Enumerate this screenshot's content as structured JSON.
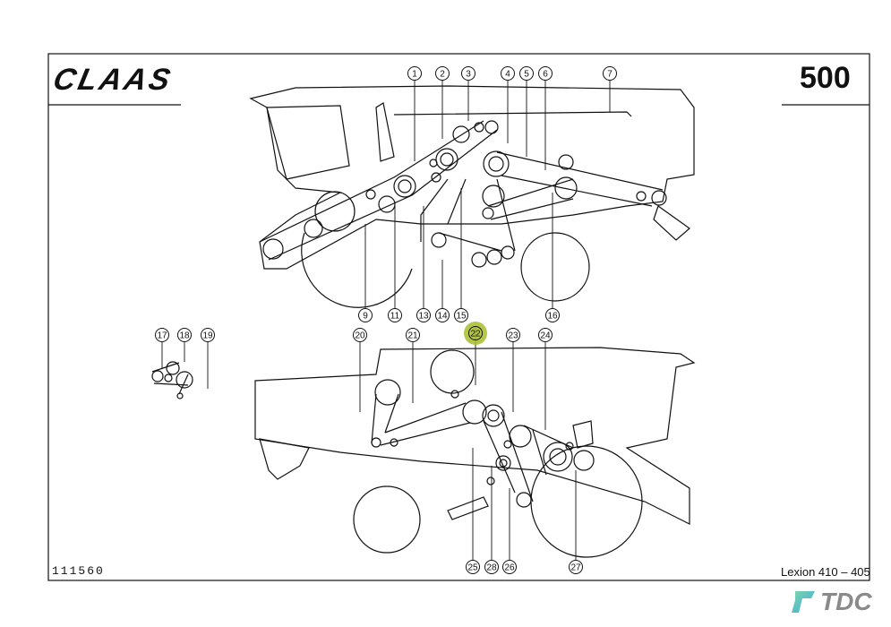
{
  "header": {
    "brand_logo": "CLAAS",
    "model_number": "500"
  },
  "footer": {
    "drawing_number": "111560",
    "series": "Lexion 410 – 405"
  },
  "watermark": {
    "brand": "TDC"
  },
  "highlight_color": "#a8bd2a",
  "callouts": [
    "1",
    "2",
    "3",
    "4",
    "5",
    "6",
    "7",
    "9",
    "11",
    "13",
    "14",
    "15",
    "16",
    "17",
    "18",
    "19",
    "20",
    "21",
    "22",
    "23",
    "24",
    "25",
    "28",
    "26",
    "27"
  ],
  "highlighted_callout": "22"
}
